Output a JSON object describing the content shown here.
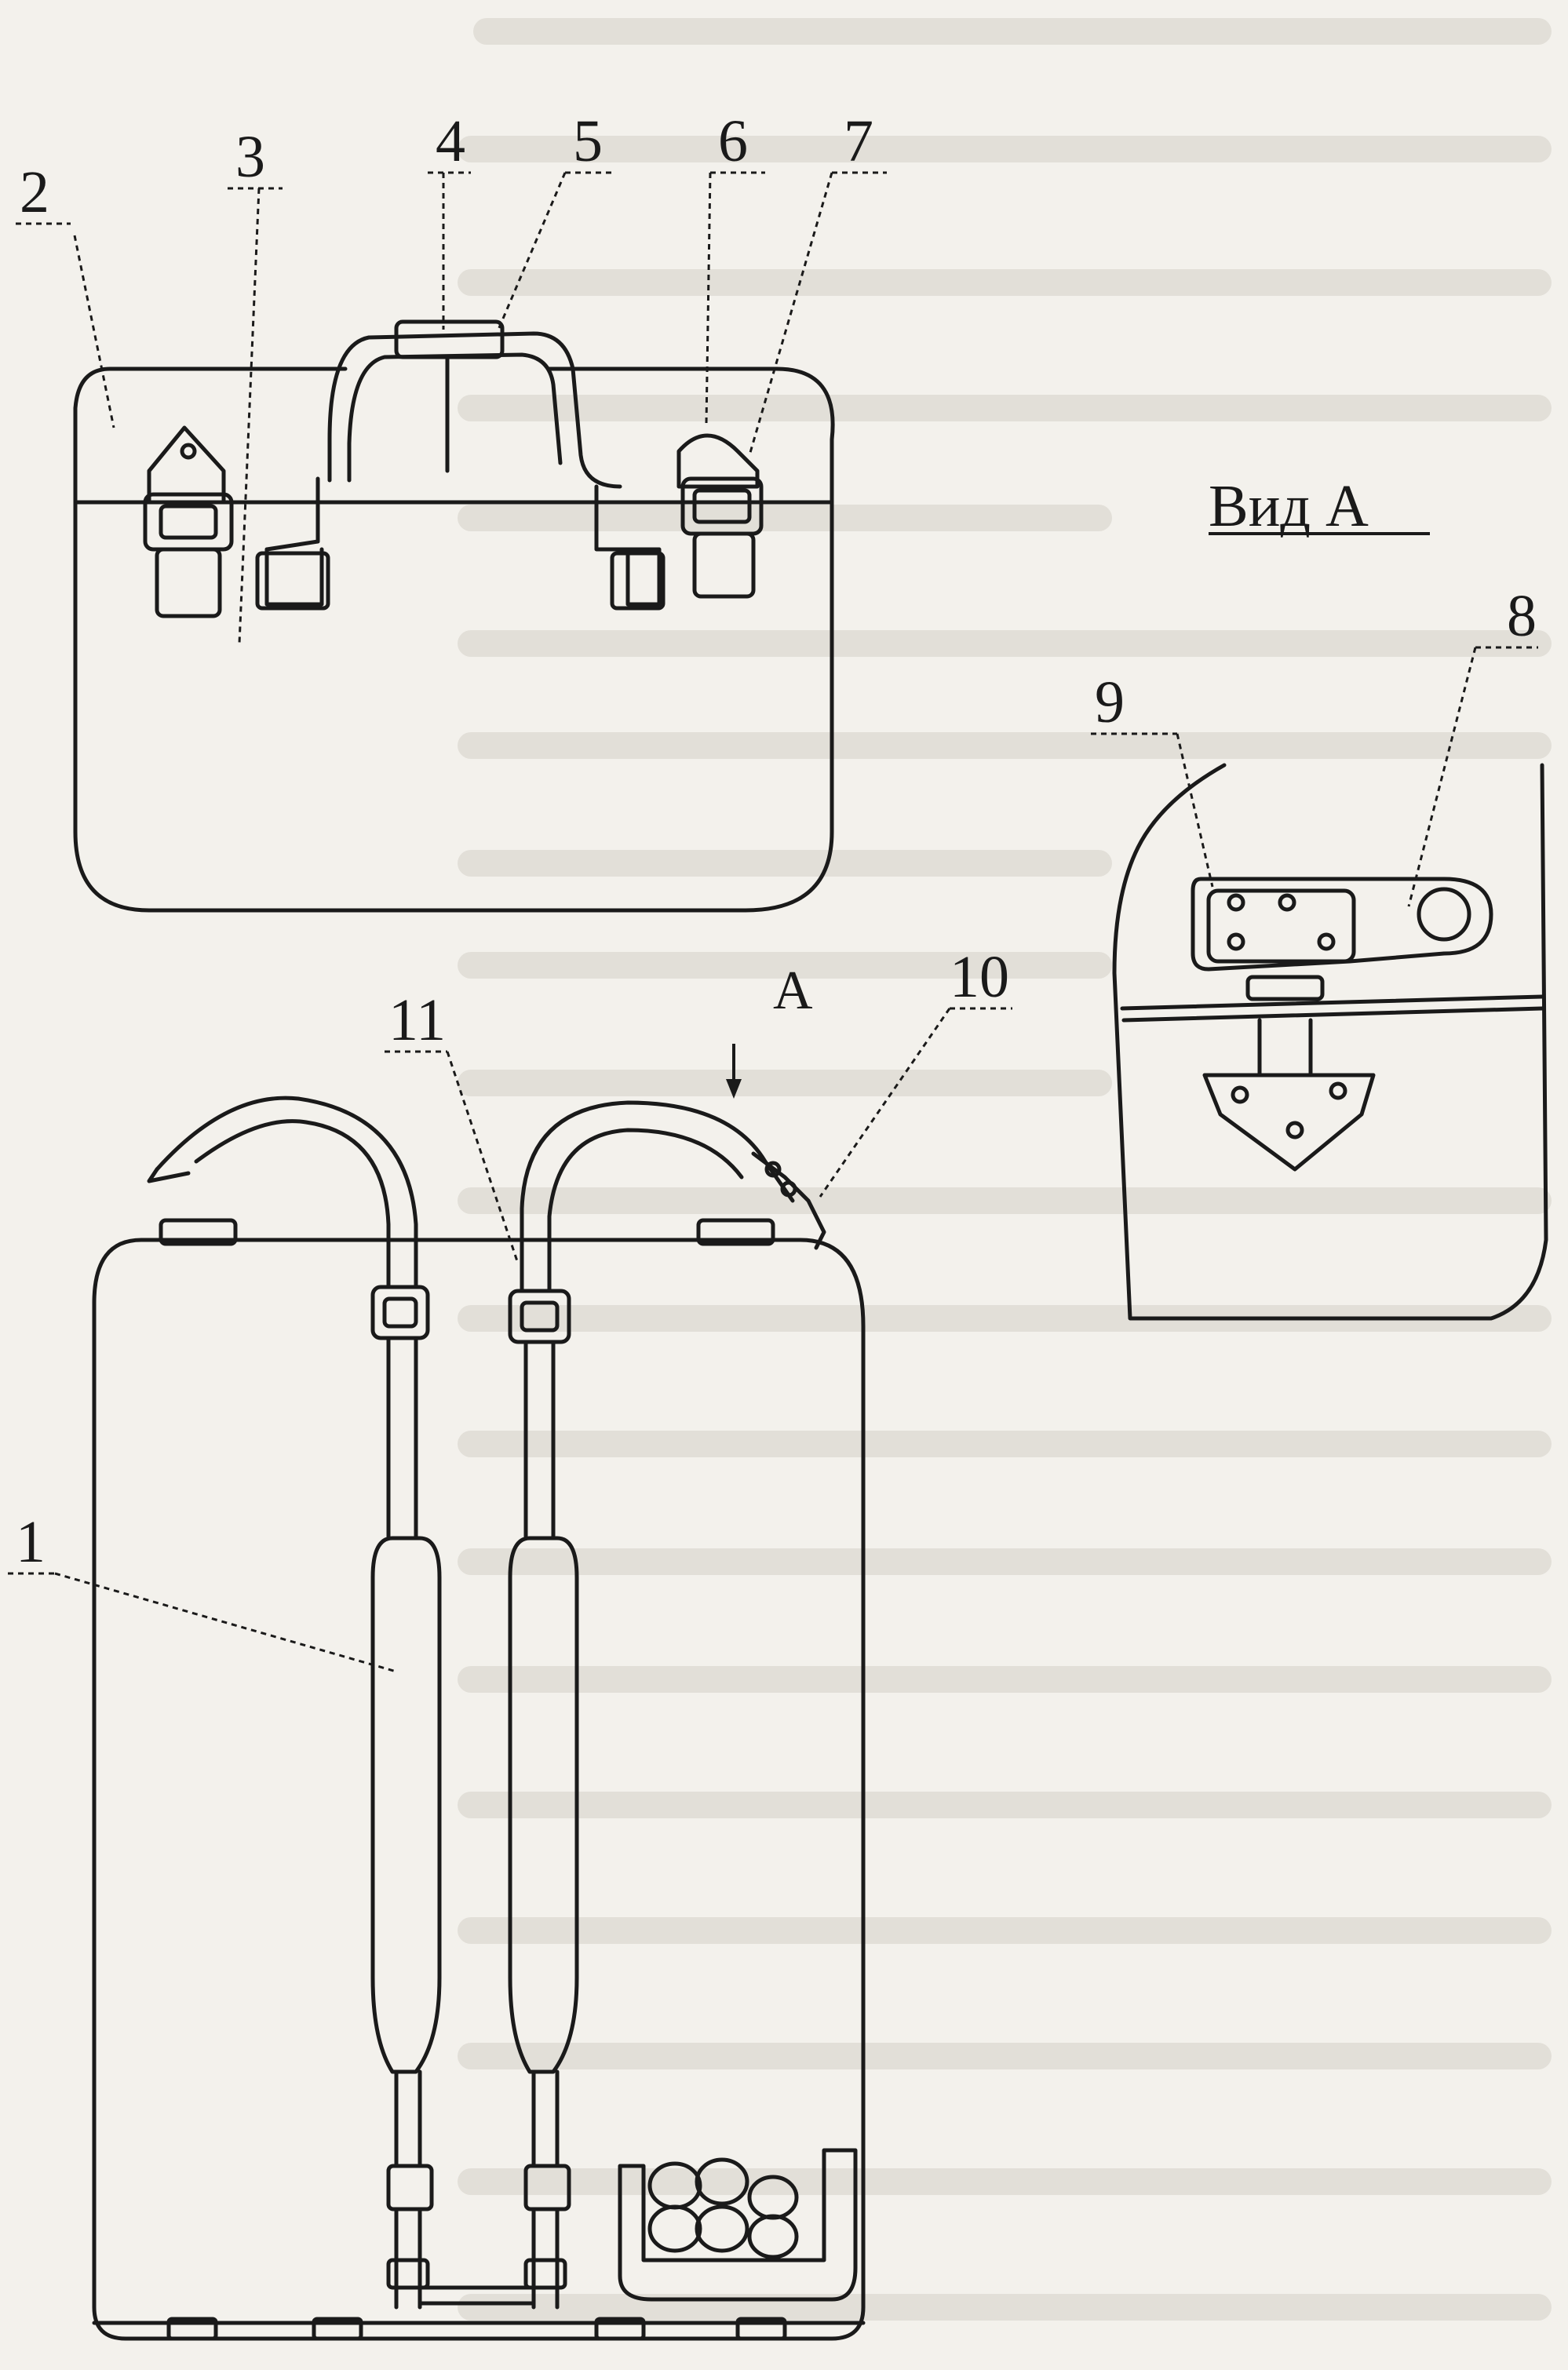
{
  "view_title": "Вид А",
  "arrow_label": "А",
  "callouts": {
    "c1": "1",
    "c2": "2",
    "c3": "3",
    "c4": "4",
    "c5": "5",
    "c6": "6",
    "c7": "7",
    "c8": "8",
    "c9": "9",
    "c10": "10",
    "c11": "11"
  }
}
